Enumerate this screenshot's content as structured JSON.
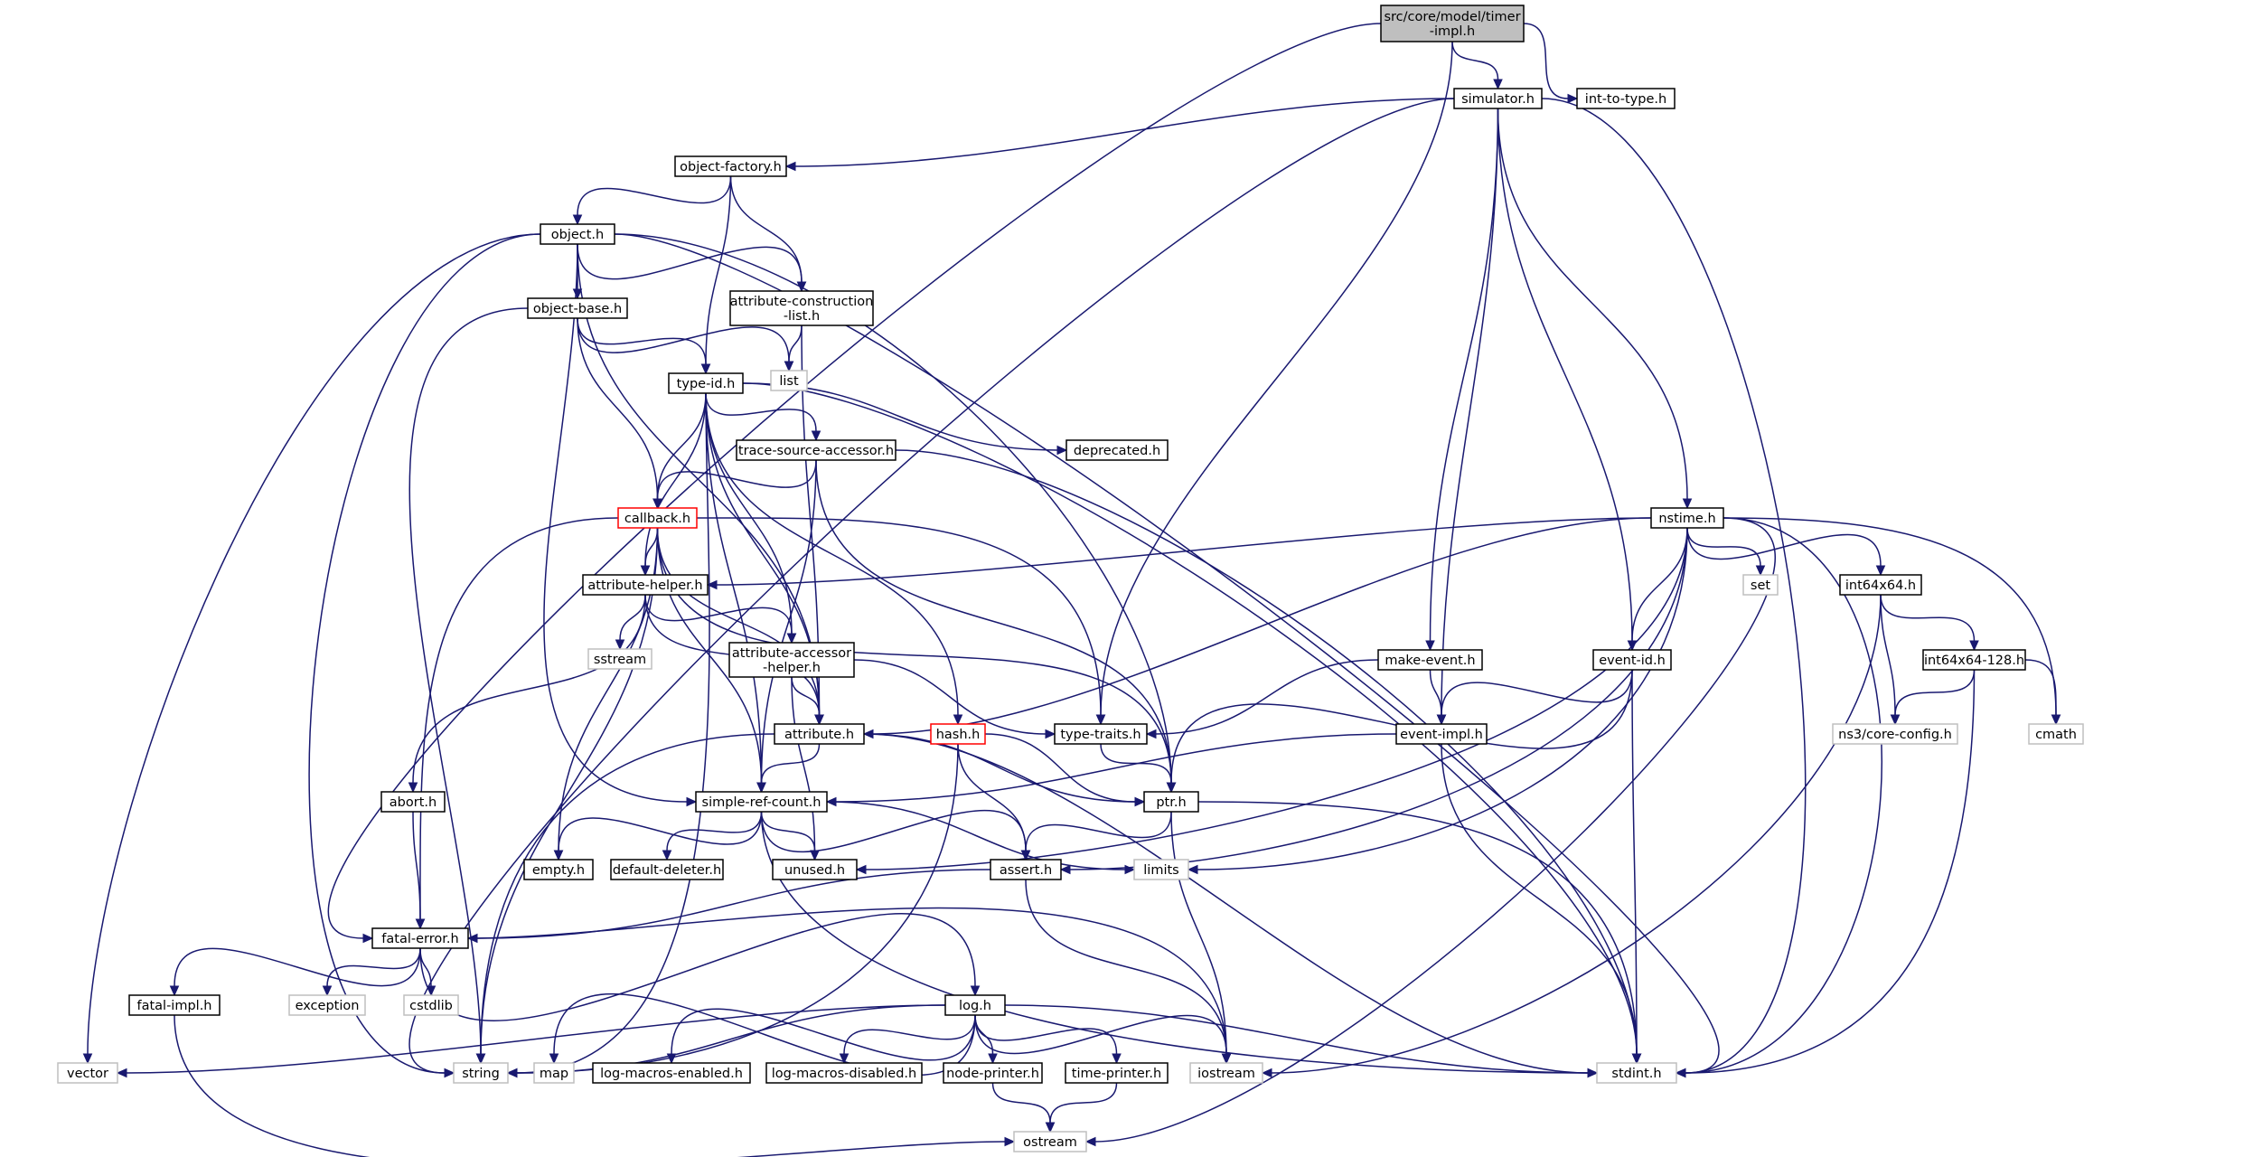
{
  "diagram": {
    "colors": {
      "edge": "#191970",
      "node_border": "#000000",
      "external_border": "#bfbfbf",
      "root_fill": "#bfbfbf",
      "undocumented_border": "#ff0000",
      "node_fill": "#ffffff"
    },
    "nodes": [
      {
        "id": "timer",
        "lines": [
          "src/core/model/timer",
          "-impl.h"
        ],
        "kind": "root"
      },
      {
        "id": "simulator",
        "lines": [
          "simulator.h"
        ],
        "kind": "normal"
      },
      {
        "id": "inttotype",
        "lines": [
          "int-to-type.h"
        ],
        "kind": "normal"
      },
      {
        "id": "objfactory",
        "lines": [
          "object-factory.h"
        ],
        "kind": "normal"
      },
      {
        "id": "object",
        "lines": [
          "object.h"
        ],
        "kind": "normal"
      },
      {
        "id": "objbase",
        "lines": [
          "object-base.h"
        ],
        "kind": "normal"
      },
      {
        "id": "attrcons",
        "lines": [
          "attribute-construction",
          "-list.h"
        ],
        "kind": "normal"
      },
      {
        "id": "list",
        "lines": [
          "list"
        ],
        "kind": "external"
      },
      {
        "id": "typeid",
        "lines": [
          "type-id.h"
        ],
        "kind": "normal"
      },
      {
        "id": "tsa",
        "lines": [
          "trace-source-accessor.h"
        ],
        "kind": "normal"
      },
      {
        "id": "deprecated",
        "lines": [
          "deprecated.h"
        ],
        "kind": "normal"
      },
      {
        "id": "callback",
        "lines": [
          "callback.h"
        ],
        "kind": "undocumented"
      },
      {
        "id": "attrhelper",
        "lines": [
          "attribute-helper.h"
        ],
        "kind": "normal"
      },
      {
        "id": "sstream",
        "lines": [
          "sstream"
        ],
        "kind": "external"
      },
      {
        "id": "aah",
        "lines": [
          "attribute-accessor",
          "-helper.h"
        ],
        "kind": "normal"
      },
      {
        "id": "attribute",
        "lines": [
          "attribute.h"
        ],
        "kind": "normal"
      },
      {
        "id": "hash",
        "lines": [
          "hash.h"
        ],
        "kind": "undocumented"
      },
      {
        "id": "typetraits",
        "lines": [
          "type-traits.h"
        ],
        "kind": "normal"
      },
      {
        "id": "nstime",
        "lines": [
          "nstime.h"
        ],
        "kind": "normal"
      },
      {
        "id": "set",
        "lines": [
          "set"
        ],
        "kind": "external"
      },
      {
        "id": "int64x64",
        "lines": [
          "int64x64.h"
        ],
        "kind": "normal"
      },
      {
        "id": "int128",
        "lines": [
          "int64x64-128.h"
        ],
        "kind": "normal"
      },
      {
        "id": "coreconfig",
        "lines": [
          "ns3/core-config.h"
        ],
        "kind": "external"
      },
      {
        "id": "cmath",
        "lines": [
          "cmath"
        ],
        "kind": "external"
      },
      {
        "id": "makeevent",
        "lines": [
          "make-event.h"
        ],
        "kind": "normal"
      },
      {
        "id": "eventid",
        "lines": [
          "event-id.h"
        ],
        "kind": "normal"
      },
      {
        "id": "eventimpl",
        "lines": [
          "event-impl.h"
        ],
        "kind": "normal"
      },
      {
        "id": "abort",
        "lines": [
          "abort.h"
        ],
        "kind": "normal"
      },
      {
        "id": "src",
        "lines": [
          "simple-ref-count.h"
        ],
        "kind": "normal"
      },
      {
        "id": "ptr",
        "lines": [
          "ptr.h"
        ],
        "kind": "normal"
      },
      {
        "id": "empty",
        "lines": [
          "empty.h"
        ],
        "kind": "normal"
      },
      {
        "id": "defdel",
        "lines": [
          "default-deleter.h"
        ],
        "kind": "normal"
      },
      {
        "id": "unused",
        "lines": [
          "unused.h"
        ],
        "kind": "normal"
      },
      {
        "id": "assert",
        "lines": [
          "assert.h"
        ],
        "kind": "normal"
      },
      {
        "id": "limits",
        "lines": [
          "limits"
        ],
        "kind": "external"
      },
      {
        "id": "fatalerror",
        "lines": [
          "fatal-error.h"
        ],
        "kind": "normal"
      },
      {
        "id": "exception",
        "lines": [
          "exception"
        ],
        "kind": "external"
      },
      {
        "id": "cstdlib",
        "lines": [
          "cstdlib"
        ],
        "kind": "external"
      },
      {
        "id": "fatalimpl",
        "lines": [
          "fatal-impl.h"
        ],
        "kind": "normal"
      },
      {
        "id": "log",
        "lines": [
          "log.h"
        ],
        "kind": "normal"
      },
      {
        "id": "vector",
        "lines": [
          "vector"
        ],
        "kind": "external"
      },
      {
        "id": "string",
        "lines": [
          "string"
        ],
        "kind": "external"
      },
      {
        "id": "map",
        "lines": [
          "map"
        ],
        "kind": "external"
      },
      {
        "id": "lme",
        "lines": [
          "log-macros-enabled.h"
        ],
        "kind": "normal"
      },
      {
        "id": "lmd",
        "lines": [
          "log-macros-disabled.h"
        ],
        "kind": "normal"
      },
      {
        "id": "nodeprinter",
        "lines": [
          "node-printer.h"
        ],
        "kind": "normal"
      },
      {
        "id": "timeprinter",
        "lines": [
          "time-printer.h"
        ],
        "kind": "normal"
      },
      {
        "id": "iostream",
        "lines": [
          "iostream"
        ],
        "kind": "external"
      },
      {
        "id": "stdint",
        "lines": [
          "stdint.h"
        ],
        "kind": "external"
      },
      {
        "id": "ostream",
        "lines": [
          "ostream"
        ],
        "kind": "external"
      }
    ],
    "edges": [
      [
        "timer",
        "simulator"
      ],
      [
        "timer",
        "inttotype"
      ],
      [
        "timer",
        "typetraits"
      ],
      [
        "timer",
        "fatalerror"
      ],
      [
        "simulator",
        "objfactory"
      ],
      [
        "simulator",
        "nstime"
      ],
      [
        "simulator",
        "makeevent"
      ],
      [
        "simulator",
        "eventid"
      ],
      [
        "simulator",
        "eventimpl"
      ],
      [
        "simulator",
        "stdint"
      ],
      [
        "simulator",
        "string"
      ],
      [
        "objfactory",
        "object"
      ],
      [
        "objfactory",
        "attrcons"
      ],
      [
        "objfactory",
        "typeid"
      ],
      [
        "object",
        "objbase"
      ],
      [
        "object",
        "attrcons"
      ],
      [
        "object",
        "ptr"
      ],
      [
        "object",
        "attribute"
      ],
      [
        "object",
        "src"
      ],
      [
        "object",
        "vector"
      ],
      [
        "object",
        "string"
      ],
      [
        "object",
        "stdint"
      ],
      [
        "objbase",
        "typeid"
      ],
      [
        "objbase",
        "callback"
      ],
      [
        "objbase",
        "list"
      ],
      [
        "objbase",
        "string"
      ],
      [
        "attrcons",
        "list"
      ],
      [
        "attrcons",
        "attribute"
      ],
      [
        "typeid",
        "tsa"
      ],
      [
        "typeid",
        "deprecated"
      ],
      [
        "typeid",
        "callback"
      ],
      [
        "typeid",
        "attrhelper"
      ],
      [
        "typeid",
        "aah"
      ],
      [
        "typeid",
        "attribute"
      ],
      [
        "typeid",
        "hash"
      ],
      [
        "typeid",
        "src"
      ],
      [
        "typeid",
        "string"
      ],
      [
        "typeid",
        "stdint"
      ],
      [
        "tsa",
        "callback"
      ],
      [
        "tsa",
        "ptr"
      ],
      [
        "tsa",
        "src"
      ],
      [
        "tsa",
        "stdint"
      ],
      [
        "callback",
        "attrhelper"
      ],
      [
        "callback",
        "attribute"
      ],
      [
        "callback",
        "ptr"
      ],
      [
        "callback",
        "fatalerror"
      ],
      [
        "callback",
        "empty"
      ],
      [
        "callback",
        "typetraits"
      ],
      [
        "callback",
        "src"
      ],
      [
        "callback",
        "string"
      ],
      [
        "attrhelper",
        "sstream"
      ],
      [
        "attrhelper",
        "aah"
      ],
      [
        "attrhelper",
        "attribute"
      ],
      [
        "attrhelper",
        "abort"
      ],
      [
        "aah",
        "attribute"
      ],
      [
        "aah",
        "typetraits"
      ],
      [
        "aah",
        "unused"
      ],
      [
        "attribute",
        "src"
      ],
      [
        "attribute",
        "ptr"
      ],
      [
        "attribute",
        "string"
      ],
      [
        "attribute",
        "stdint"
      ],
      [
        "hash",
        "ptr"
      ],
      [
        "hash",
        "assert"
      ],
      [
        "hash",
        "string"
      ],
      [
        "typetraits",
        "ptr"
      ],
      [
        "nstime",
        "attrhelper"
      ],
      [
        "nstime",
        "attribute"
      ],
      [
        "nstime",
        "set"
      ],
      [
        "nstime",
        "int64x64"
      ],
      [
        "nstime",
        "eventid"
      ],
      [
        "nstime",
        "cmath"
      ],
      [
        "nstime",
        "assert"
      ],
      [
        "nstime",
        "limits"
      ],
      [
        "nstime",
        "unused"
      ],
      [
        "nstime",
        "stdint"
      ],
      [
        "nstime",
        "ostream"
      ],
      [
        "int64x64",
        "int128"
      ],
      [
        "int64x64",
        "coreconfig"
      ],
      [
        "int64x64",
        "iostream"
      ],
      [
        "int128",
        "coreconfig"
      ],
      [
        "int128",
        "cmath"
      ],
      [
        "int128",
        "stdint"
      ],
      [
        "makeevent",
        "typetraits"
      ],
      [
        "makeevent",
        "eventimpl"
      ],
      [
        "eventid",
        "eventimpl"
      ],
      [
        "eventid",
        "ptr"
      ],
      [
        "eventid",
        "stdint"
      ],
      [
        "eventimpl",
        "src"
      ],
      [
        "eventimpl",
        "stdint"
      ],
      [
        "abort",
        "fatalerror"
      ],
      [
        "src",
        "empty"
      ],
      [
        "src",
        "defdel"
      ],
      [
        "src",
        "unused"
      ],
      [
        "src",
        "assert"
      ],
      [
        "src",
        "limits"
      ],
      [
        "src",
        "stdint"
      ],
      [
        "ptr",
        "assert"
      ],
      [
        "ptr",
        "iostream"
      ],
      [
        "ptr",
        "stdint"
      ],
      [
        "assert",
        "fatalerror"
      ],
      [
        "assert",
        "iostream"
      ],
      [
        "fatalerror",
        "exception"
      ],
      [
        "fatalerror",
        "cstdlib"
      ],
      [
        "fatalerror",
        "fatalimpl"
      ],
      [
        "fatalerror",
        "log"
      ],
      [
        "fatalerror",
        "iostream"
      ],
      [
        "fatalimpl",
        "ostream"
      ],
      [
        "log",
        "vector"
      ],
      [
        "log",
        "string"
      ],
      [
        "log",
        "map"
      ],
      [
        "log",
        "lme"
      ],
      [
        "log",
        "lmd"
      ],
      [
        "log",
        "nodeprinter"
      ],
      [
        "log",
        "timeprinter"
      ],
      [
        "log",
        "iostream"
      ],
      [
        "log",
        "stdint"
      ],
      [
        "nodeprinter",
        "ostream"
      ],
      [
        "timeprinter",
        "ostream"
      ]
    ]
  }
}
